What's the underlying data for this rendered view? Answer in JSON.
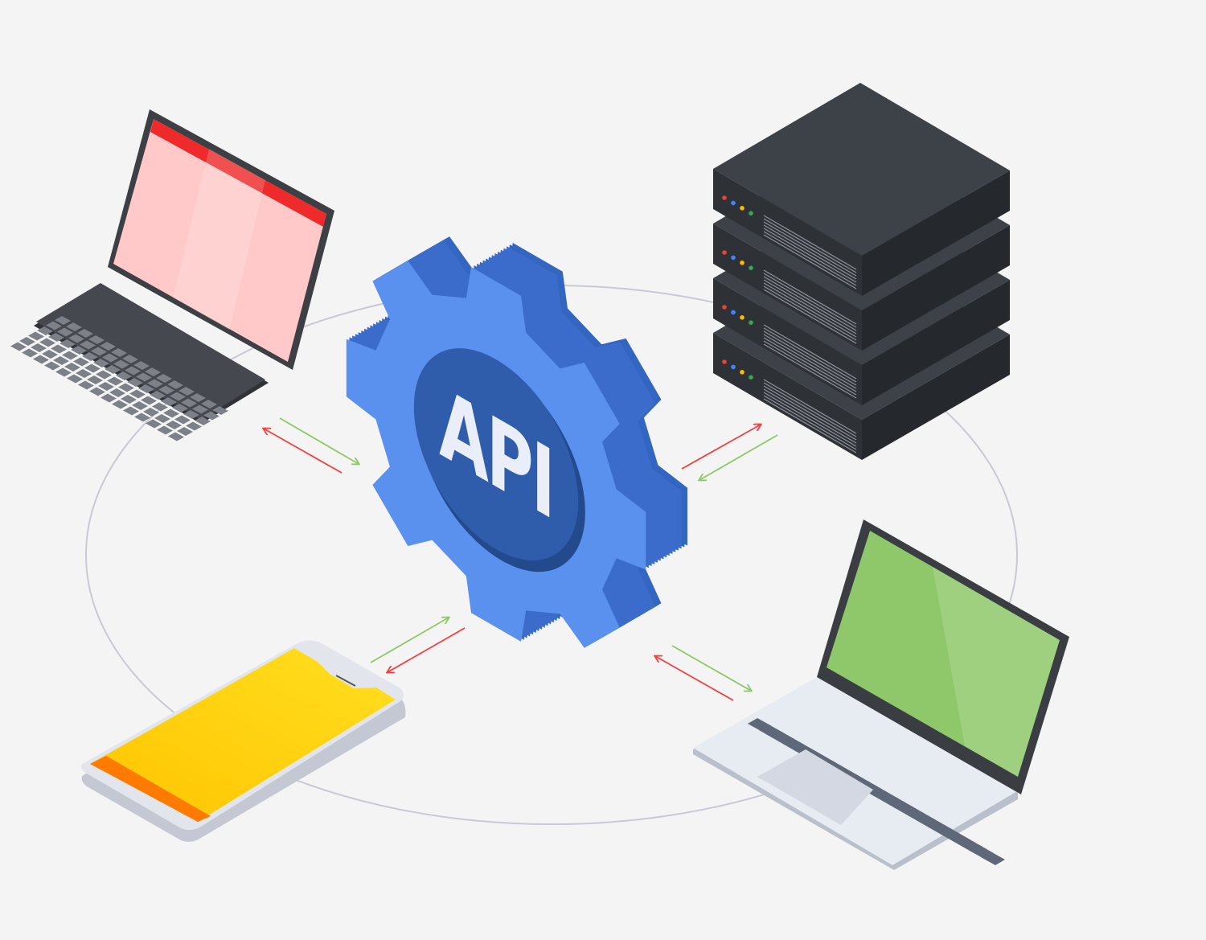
{
  "gear": {
    "label": "API",
    "teeth": 8,
    "colors": {
      "face": "#5b91ee",
      "side": "#3b6ccb",
      "disc": "#2f5dab",
      "disc_shadow": "#244a8e",
      "text": "#e9eef8"
    }
  },
  "devices": [
    {
      "name": "desktop-laptop",
      "screen_color": "#ffc9c9",
      "header_color": "#ee2a2a"
    },
    {
      "name": "server-stack",
      "units": 4,
      "led_colors": [
        "#ea4335",
        "#4285f4",
        "#fbbc05",
        "#34a853"
      ]
    },
    {
      "name": "smartphone",
      "screen_color": "#ffcc00",
      "nav_color": "#ff7a00"
    },
    {
      "name": "laptop",
      "screen_color": "#8ec86a"
    }
  ],
  "arrows": {
    "request_color": "#f04040",
    "response_color": "#8cc864"
  },
  "ring_color": "#c9c9d6"
}
